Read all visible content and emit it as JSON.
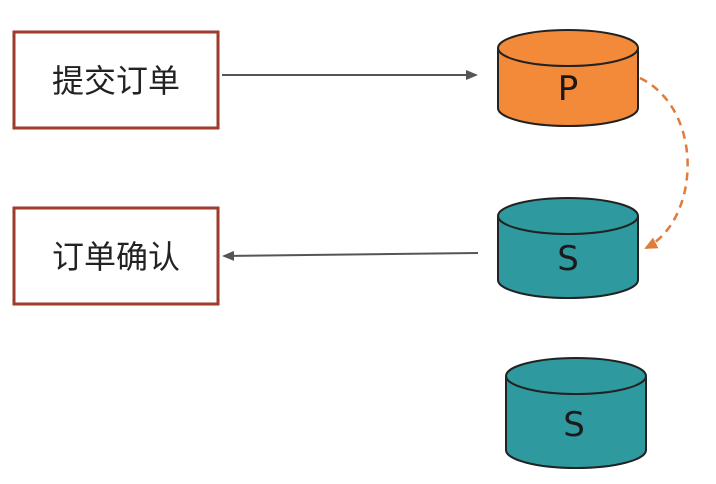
{
  "colors": {
    "box_border": "#9e3b2c",
    "primary_db": "#f28a3a",
    "secondary_db": "#2e9aa0",
    "arrow": "#555555",
    "replication_arrow": "#e07b39"
  },
  "boxes": {
    "submit_order": {
      "label": "提交订单"
    },
    "order_confirm": {
      "label": "订单确认"
    }
  },
  "databases": {
    "primary": {
      "label": "P"
    },
    "secondary_1": {
      "label": "S"
    },
    "secondary_2": {
      "label": "S"
    }
  }
}
